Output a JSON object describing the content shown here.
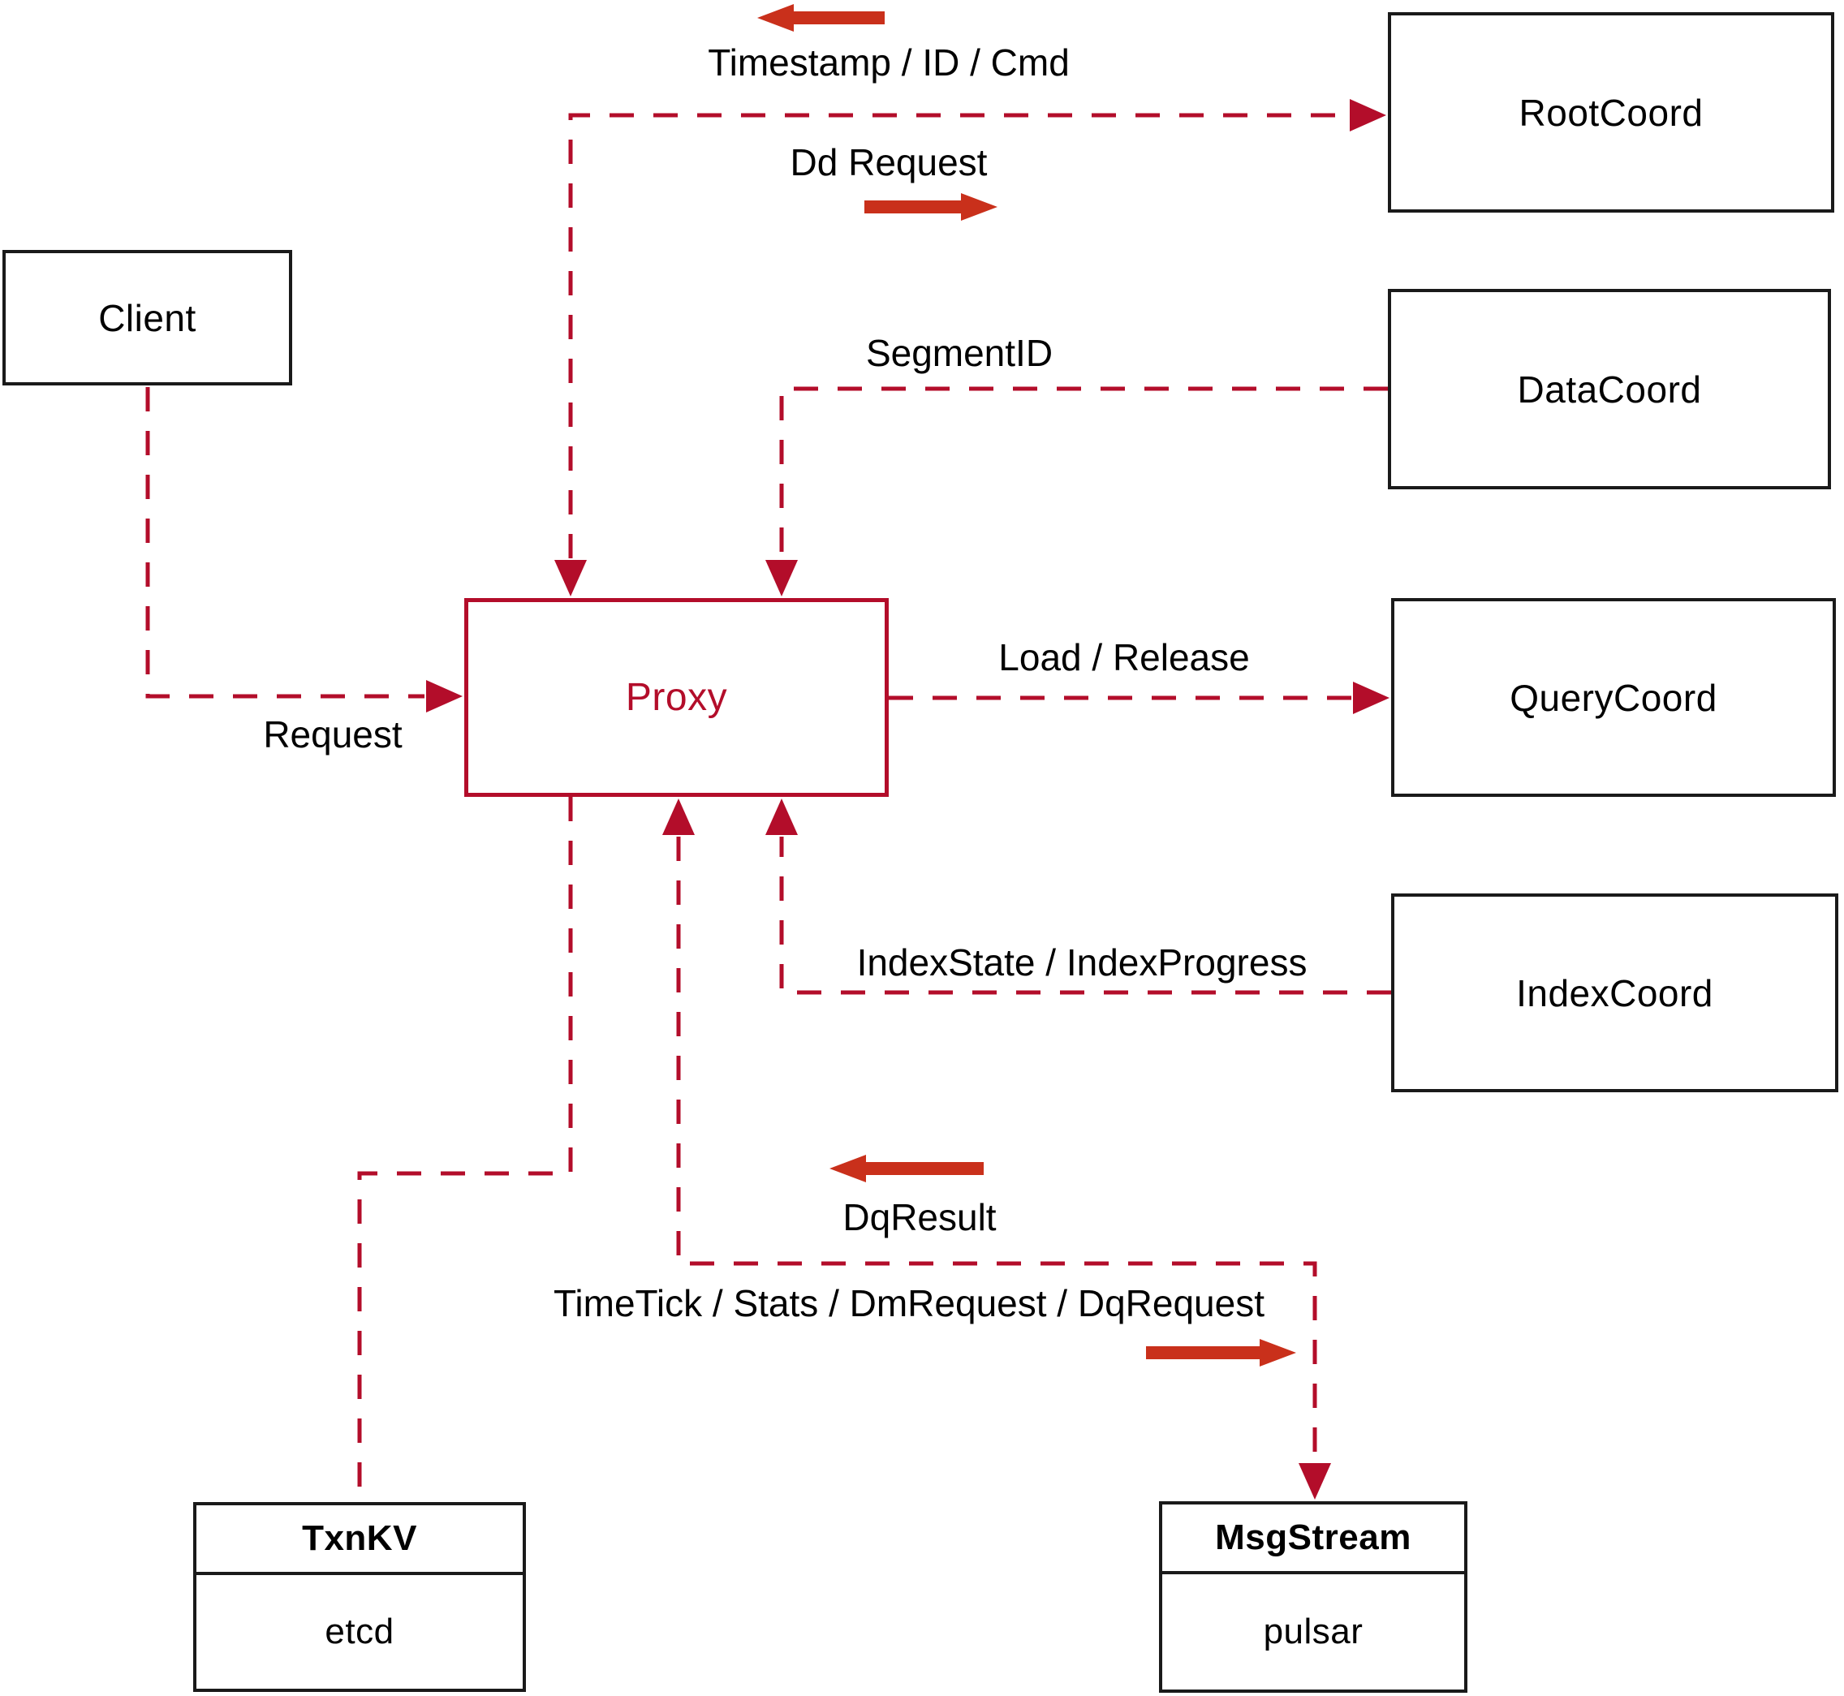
{
  "diagram": {
    "kind": "architecture-flow-diagram",
    "colors": {
      "dashed_line": "#b30d2a",
      "solid_arrow": "#c9301b",
      "node_border": "#1a1a1a",
      "proxy_accent": "#b30d2a",
      "text": "#000000",
      "background": "#ffffff"
    },
    "nodes": {
      "client": {
        "label": "Client"
      },
      "proxy": {
        "label": "Proxy"
      },
      "rootcoord": {
        "label": "RootCoord"
      },
      "datacoord": {
        "label": "DataCoord"
      },
      "querycoord": {
        "label": "QueryCoord"
      },
      "indexcoord": {
        "label": "IndexCoord"
      },
      "txnkv": {
        "title": "TxnKV",
        "impl": "etcd"
      },
      "msgstream": {
        "title": "MsgStream",
        "impl": "pulsar"
      }
    },
    "edges": {
      "client_proxy": {
        "label": "Request",
        "style": "dashed",
        "direction": "client to proxy"
      },
      "proxy_rootcoord": {
        "label_reply": "Timestamp / ID / Cmd",
        "label_send": "Dd Request",
        "style": "dashed",
        "direction": "bidirectional"
      },
      "datacoord_proxy": {
        "label": "SegmentID",
        "style": "dashed",
        "direction": "datacoord to proxy"
      },
      "proxy_querycoord": {
        "label": "Load / Release",
        "style": "dashed",
        "direction": "proxy to querycoord"
      },
      "indexcoord_proxy": {
        "label": "IndexState / IndexProgress",
        "style": "dashed",
        "direction": "indexcoord to proxy"
      },
      "proxy_msgstream": {
        "label_reply": "DqResult",
        "label_send": "TimeTick / Stats / DmRequest / DqRequest",
        "style": "dashed",
        "direction": "bidirectional"
      },
      "proxy_txnkv": {
        "label": "",
        "style": "dashed",
        "direction": "none"
      }
    }
  }
}
